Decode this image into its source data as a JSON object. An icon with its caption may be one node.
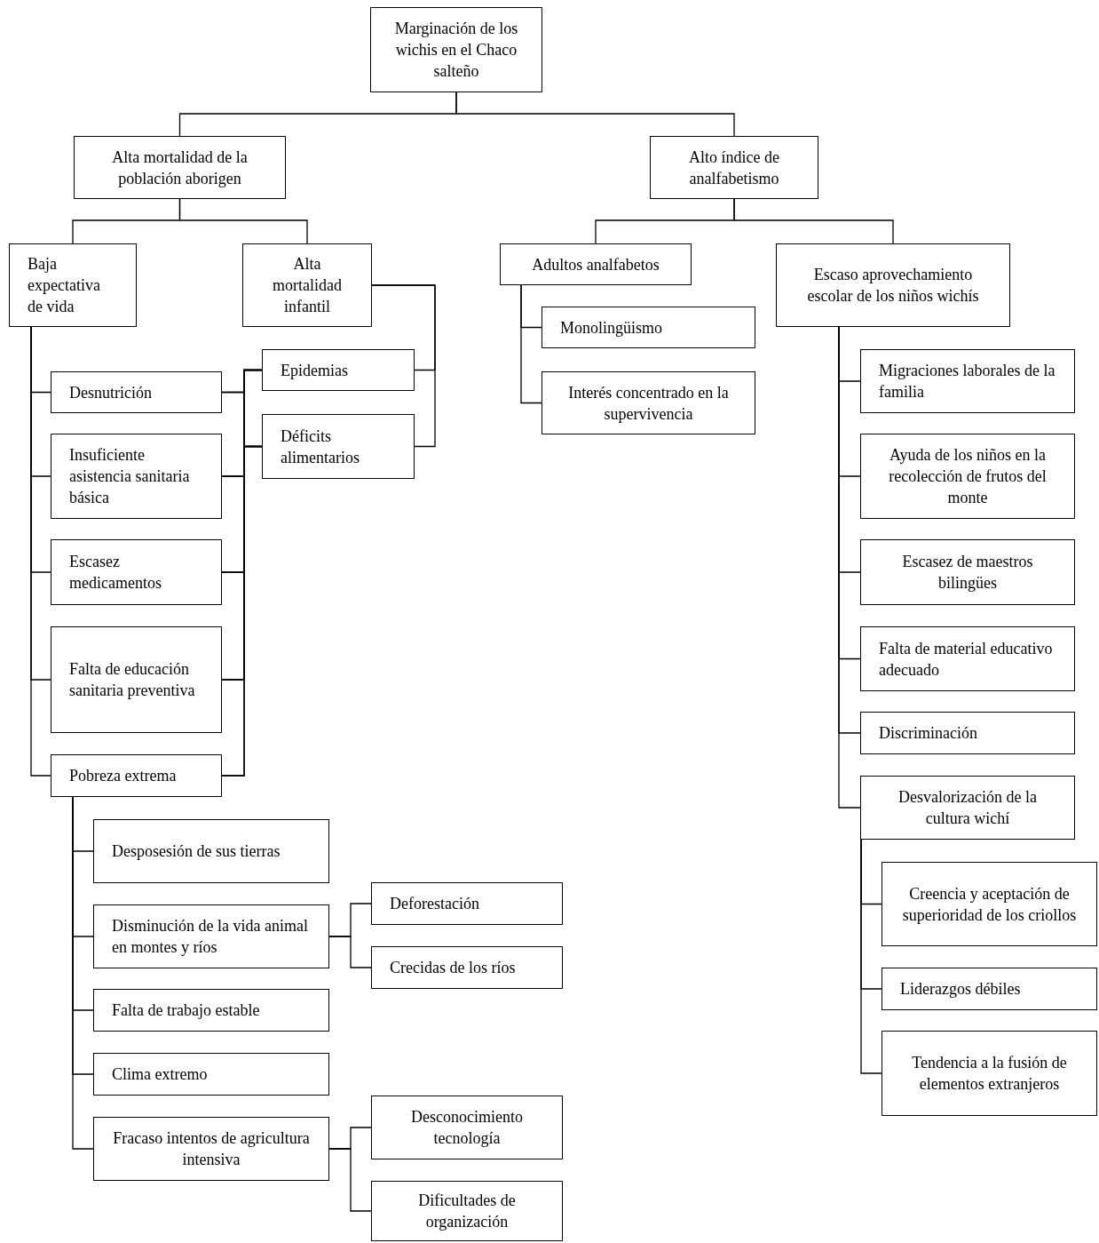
{
  "diagram": {
    "nodes": [
      {
        "text": [
          "Marginación de los wichis en el Chaco salteño"
        ]
      },
      {
        "text": [
          "Alta mortalidad de la población aborigen"
        ]
      },
      {
        "text": [
          "Alto índice de analfabetismo"
        ]
      },
      {
        "text": [
          "Baja expectativa de vida"
        ]
      },
      {
        "text": [
          "Alta mortalidad infantil"
        ]
      },
      {
        "text": [
          "Adultos analfabetos"
        ]
      },
      {
        "text": [
          "Escaso aprovechamiento escolar de los niños wichís"
        ]
      },
      {
        "text": [
          "Desnutrición"
        ]
      },
      {
        "text": [
          "Insuficiente asistencia sanitaria básica"
        ]
      },
      {
        "text": [
          "Escasez medicamentos"
        ]
      },
      {
        "text": [
          "Falta de educación sanitaria preventiva"
        ]
      },
      {
        "text": [
          "Pobreza extrema"
        ]
      },
      {
        "text": [
          "Epidemias"
        ]
      },
      {
        "text": [
          "Déficits alimentarios"
        ]
      },
      {
        "text": [
          "Monolingüismo"
        ]
      },
      {
        "text": [
          "Interés concentrado en la supervivencia"
        ]
      },
      {
        "text": [
          "Migraciones laborales de la familia"
        ]
      },
      {
        "text": [
          "Ayuda de los niños en la recolección de frutos del monte"
        ]
      },
      {
        "text": [
          "Escasez de maestros bilingües"
        ]
      },
      {
        "text": [
          "Falta de material educativo adecuado"
        ]
      },
      {
        "text": [
          "Discriminación"
        ]
      },
      {
        "text": [
          "Desvalorización de la cultura wichí"
        ]
      },
      {
        "text": [
          "Creencia y aceptación de superioridad de los criollos"
        ]
      },
      {
        "text": [
          "Liderazgos débiles"
        ]
      },
      {
        "text": [
          "Tendencia a la fusión de elementos extranjeros"
        ]
      },
      {
        "text": [
          "Desposesión de sus tierras"
        ]
      },
      {
        "text": [
          "Disminución de la vida animal en montes y ríos"
        ]
      },
      {
        "text": [
          "Deforestación"
        ]
      },
      {
        "text": [
          "Crecidas de los ríos"
        ]
      },
      {
        "text": [
          "Falta de trabajo estable"
        ]
      },
      {
        "text": [
          "Clima extremo"
        ]
      },
      {
        "text": [
          "Fracaso intentos de agricultura intensiva"
        ]
      },
      {
        "text": [
          "Desconocimiento tecnología"
        ]
      },
      {
        "text": [
          "Dificultades de organización"
        ]
      }
    ],
    "edges": [
      {
        "from": 0,
        "to": 1,
        "arrow": "none"
      },
      {
        "from": 0,
        "to": 2,
        "arrow": "none"
      },
      {
        "from": 1,
        "to": 3,
        "arrow": "none"
      },
      {
        "from": 1,
        "to": 4,
        "arrow": "none"
      },
      {
        "from": 2,
        "to": 5,
        "arrow": "none"
      },
      {
        "from": 2,
        "to": 6,
        "arrow": "none"
      },
      {
        "from": 3,
        "to": 7,
        "arrow": "none"
      },
      {
        "from": 3,
        "to": 8,
        "arrow": "none"
      },
      {
        "from": 3,
        "to": 9,
        "arrow": "none"
      },
      {
        "from": 3,
        "to": 10,
        "arrow": "none"
      },
      {
        "from": 3,
        "to": 11,
        "arrow": "none"
      },
      {
        "from": 4,
        "to": 12,
        "arrow": "none"
      },
      {
        "from": 4,
        "to": 13,
        "arrow": "none"
      },
      {
        "from": 12,
        "to": 7,
        "arrow": "none"
      },
      {
        "from": 12,
        "to": 8,
        "arrow": "none"
      },
      {
        "from": 12,
        "to": 9,
        "arrow": "none"
      },
      {
        "from": 12,
        "to": 10,
        "arrow": "none"
      },
      {
        "from": 12,
        "to": 11,
        "arrow": "none"
      },
      {
        "from": 13,
        "to": 7,
        "arrow": "none"
      },
      {
        "from": 13,
        "to": 8,
        "arrow": "none"
      },
      {
        "from": 13,
        "to": 9,
        "arrow": "none"
      },
      {
        "from": 13,
        "to": 10,
        "arrow": "none"
      },
      {
        "from": 13,
        "to": 11,
        "arrow": "none"
      },
      {
        "from": 5,
        "to": 14,
        "arrow": "none"
      },
      {
        "from": 5,
        "to": 15,
        "arrow": "none"
      },
      {
        "from": 6,
        "to": 16,
        "arrow": "none"
      },
      {
        "from": 6,
        "to": 17,
        "arrow": "none"
      },
      {
        "from": 6,
        "to": 18,
        "arrow": "none"
      },
      {
        "from": 6,
        "to": 19,
        "arrow": "none"
      },
      {
        "from": 6,
        "to": 20,
        "arrow": "none"
      },
      {
        "from": 6,
        "to": 21,
        "arrow": "none"
      },
      {
        "from": 21,
        "to": 22,
        "arrow": "none"
      },
      {
        "from": 21,
        "to": 23,
        "arrow": "none"
      },
      {
        "from": 21,
        "to": 24,
        "arrow": "none"
      },
      {
        "from": 11,
        "to": 25,
        "arrow": "none"
      },
      {
        "from": 11,
        "to": 26,
        "arrow": "none"
      },
      {
        "from": 11,
        "to": 29,
        "arrow": "none"
      },
      {
        "from": 11,
        "to": 30,
        "arrow": "none"
      },
      {
        "from": 11,
        "to": 31,
        "arrow": "none"
      },
      {
        "from": 26,
        "to": 27,
        "arrow": "none"
      },
      {
        "from": 26,
        "to": 28,
        "arrow": "none"
      },
      {
        "from": 31,
        "to": 32,
        "arrow": "none"
      },
      {
        "from": 31,
        "to": 33,
        "arrow": "none"
      }
    ]
  }
}
